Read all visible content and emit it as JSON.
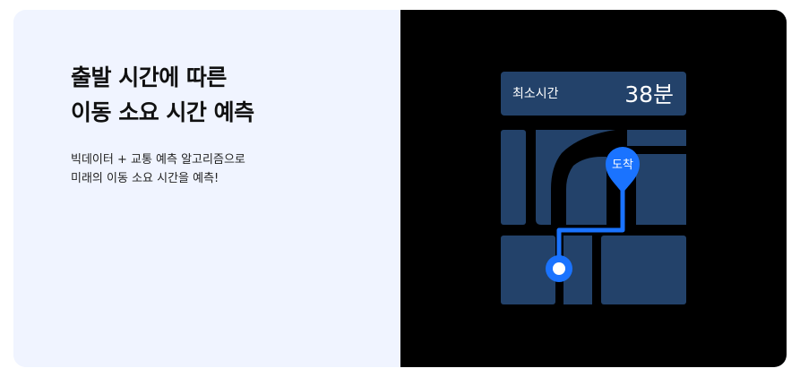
{
  "headline": {
    "line1": "출발 시간에 따른",
    "line2": "이동 소요 시간 예측"
  },
  "description": {
    "line1": "빅데이터 + 교통 예측 알고리즘으로",
    "line2": "미래의 이동 소요 시간을 예측!"
  },
  "eta_panel": {
    "label": "최소시간",
    "value": "38분"
  },
  "destination_pin": {
    "label": "도착"
  },
  "colors": {
    "background": "#f0f4ff",
    "map_bg": "#000000",
    "block": "#23426a",
    "route": "#1a73ff"
  }
}
